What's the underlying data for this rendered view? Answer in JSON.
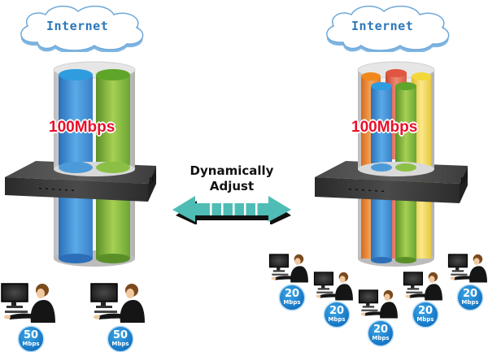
{
  "left_panel": {
    "cloud_label": "Internet",
    "pipe_speed": "100Mbps",
    "streams": [
      {
        "color": "#3a8fd6",
        "name": "blue"
      },
      {
        "color": "#78b83a",
        "name": "green"
      }
    ],
    "users": [
      {
        "bandwidth": "50",
        "unit": "Mbps"
      },
      {
        "bandwidth": "50",
        "unit": "Mbps"
      }
    ]
  },
  "center": {
    "line1": "Dynamically",
    "line2": "Adjust",
    "arrow_color": "#4fbdb5"
  },
  "right_panel": {
    "cloud_label": "Internet",
    "pipe_speed": "100Mbps",
    "streams": [
      {
        "color": "#ef8a2c",
        "name": "orange"
      },
      {
        "color": "#e8604a",
        "name": "red"
      },
      {
        "color": "#f2d64a",
        "name": "yellow"
      },
      {
        "color": "#3a8fd6",
        "name": "blue"
      },
      {
        "color": "#78b83a",
        "name": "green"
      }
    ],
    "users": [
      {
        "bandwidth": "20",
        "unit": "Mbps"
      },
      {
        "bandwidth": "20",
        "unit": "Mbps"
      },
      {
        "bandwidth": "20",
        "unit": "Mbps"
      },
      {
        "bandwidth": "20",
        "unit": "Mbps"
      },
      {
        "bandwidth": "20",
        "unit": "Mbps"
      }
    ]
  }
}
